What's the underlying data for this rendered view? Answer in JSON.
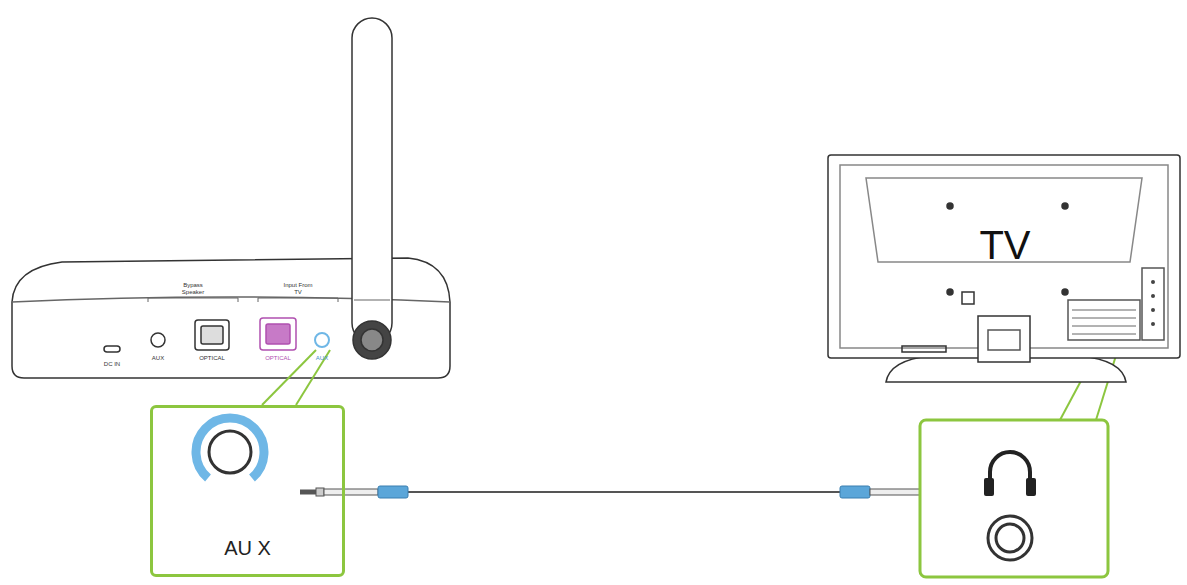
{
  "diagram": {
    "nodes": [
      {
        "text": [
          "AU X"
        ]
      }
    ],
    "labels": [
      "DC IN",
      "Bypass Speaker",
      "AUX",
      "OPTICAL",
      "Input From TV",
      "OPTICAL",
      "AUX",
      "TV"
    ]
  }
}
